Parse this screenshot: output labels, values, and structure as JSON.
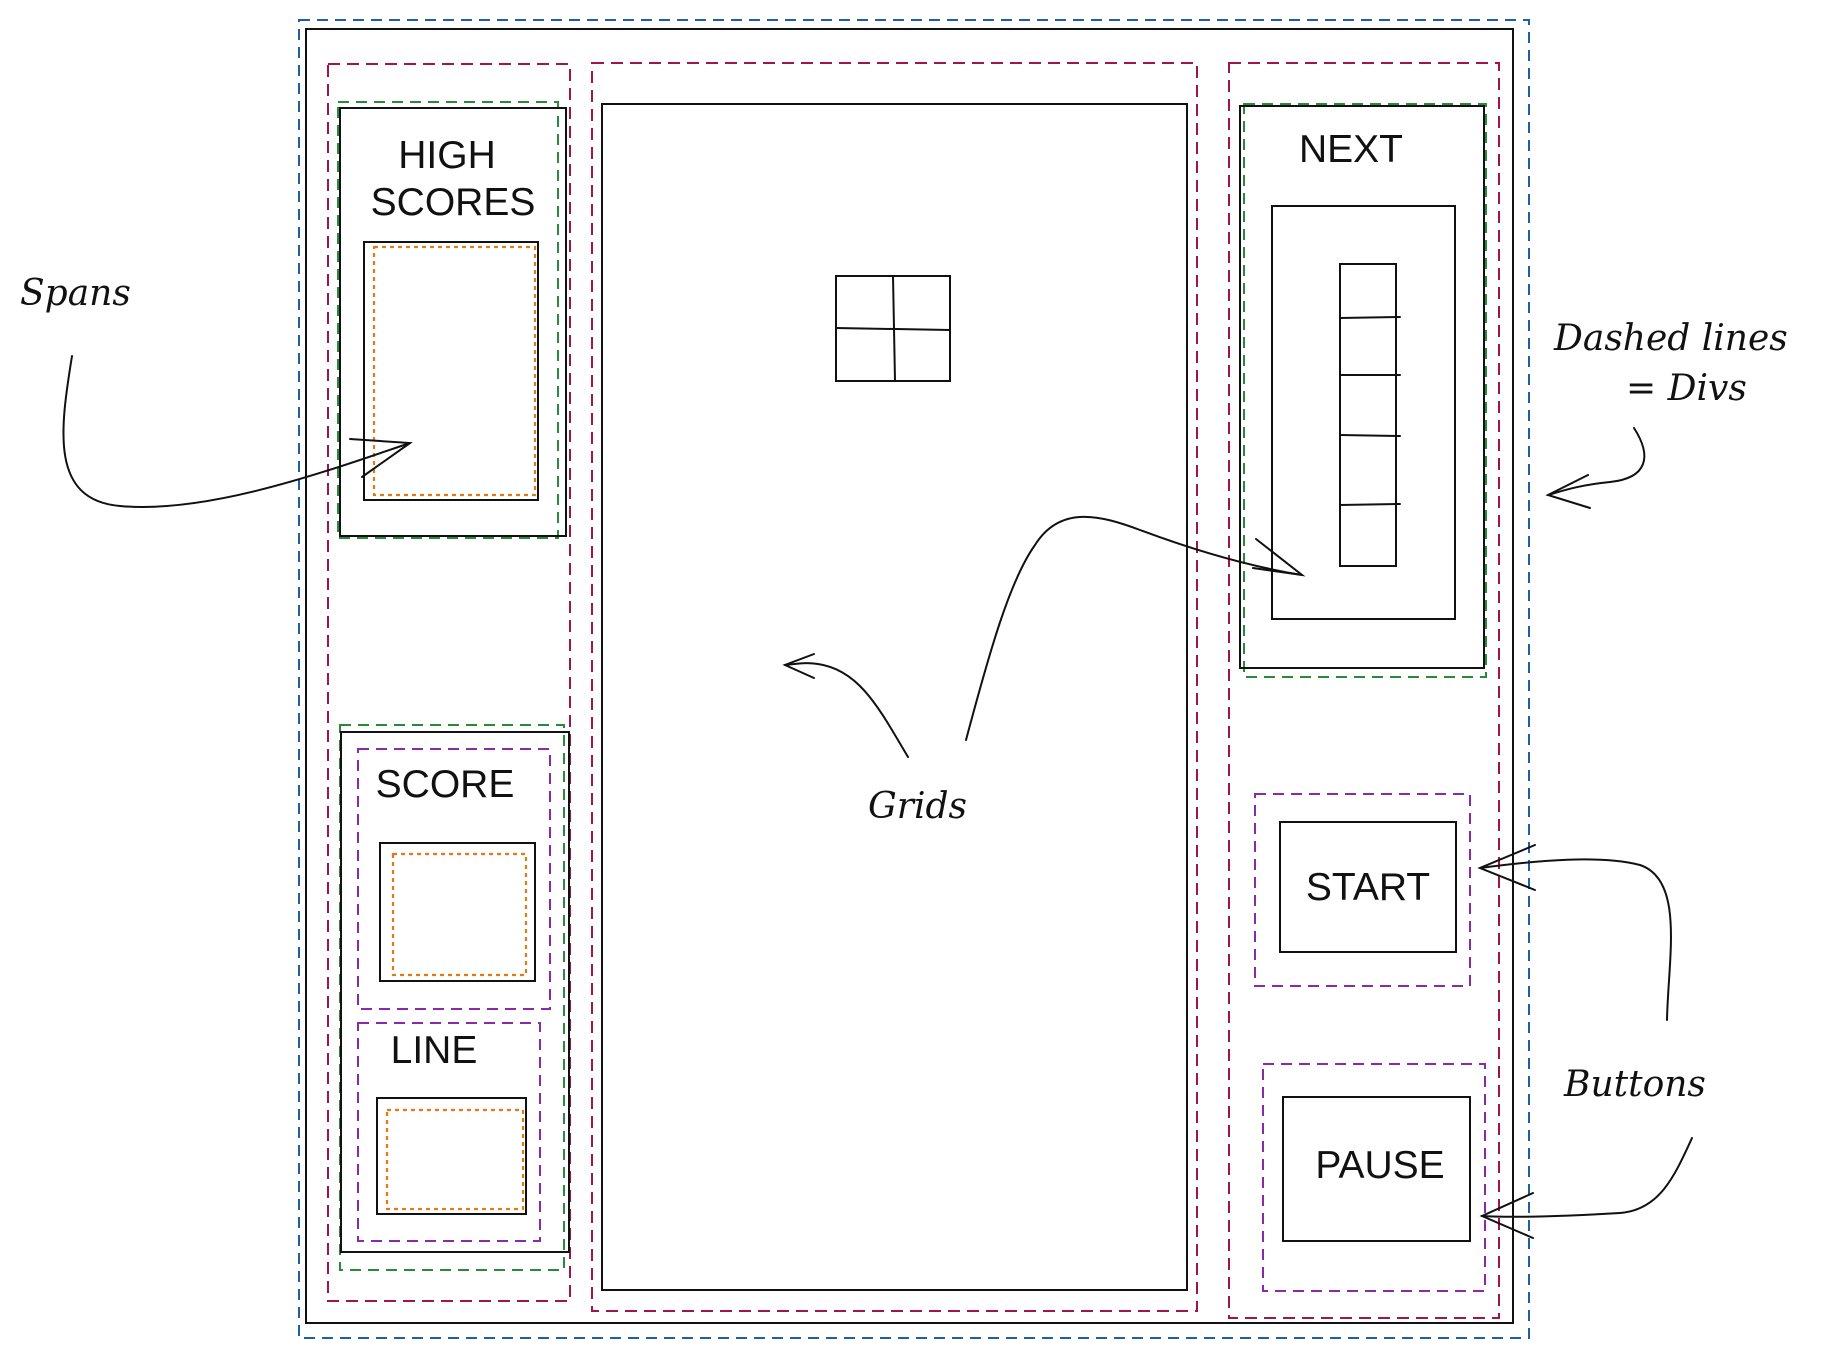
{
  "labels": {
    "high_scores_line1": "HIGH",
    "high_scores_line2": "SCORES",
    "score": "SCORE",
    "line": "LINE",
    "next": "NEXT",
    "start": "START",
    "pause": "PAUSE"
  },
  "annotations": {
    "spans": "Spans",
    "dashed_line1": "Dashed lines",
    "dashed_line2": "= Divs",
    "grids": "Grids",
    "buttons": "Buttons"
  },
  "colors": {
    "outer_div": "#1f5fa3",
    "column_div": "#a0154d",
    "panel_div": "#2a8a3a",
    "button_div": "#8b2aa8",
    "span": "#e07b14",
    "ink": "#111111"
  }
}
